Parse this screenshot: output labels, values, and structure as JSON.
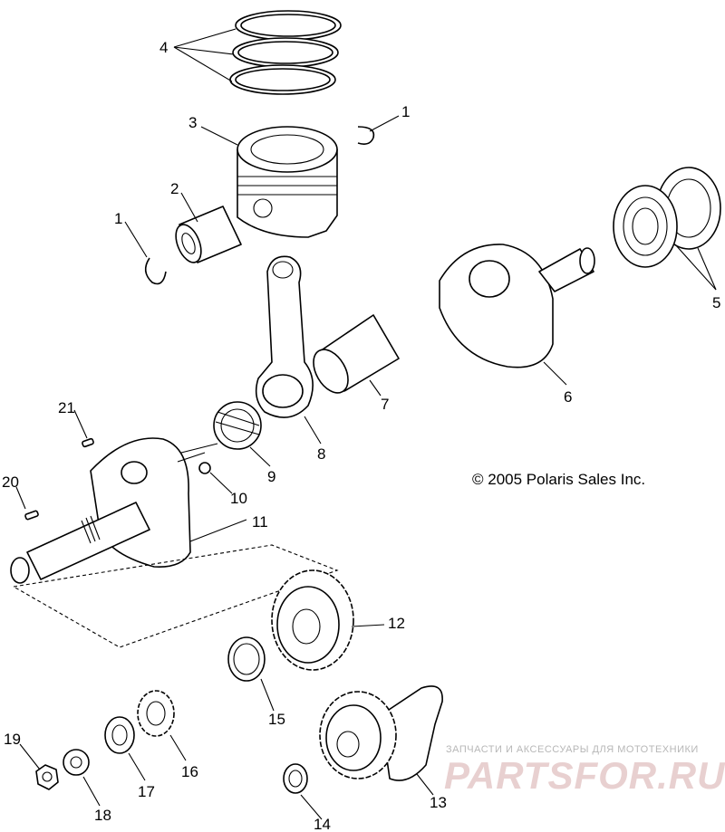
{
  "diagram": {
    "callouts": [
      "1",
      "1",
      "2",
      "3",
      "4",
      "5",
      "6",
      "7",
      "8",
      "9",
      "10",
      "11",
      "12",
      "13",
      "14",
      "15",
      "16",
      "17",
      "18",
      "19",
      "20",
      "21"
    ],
    "copyright": "© 2005 Polaris Sales Inc."
  },
  "watermark": {
    "tagline": "ЗАПЧАСТИ И АКСЕССУАРЫ ДЛЯ МОТОТЕХНИКИ",
    "brand": "PARTSFOR.RU"
  }
}
